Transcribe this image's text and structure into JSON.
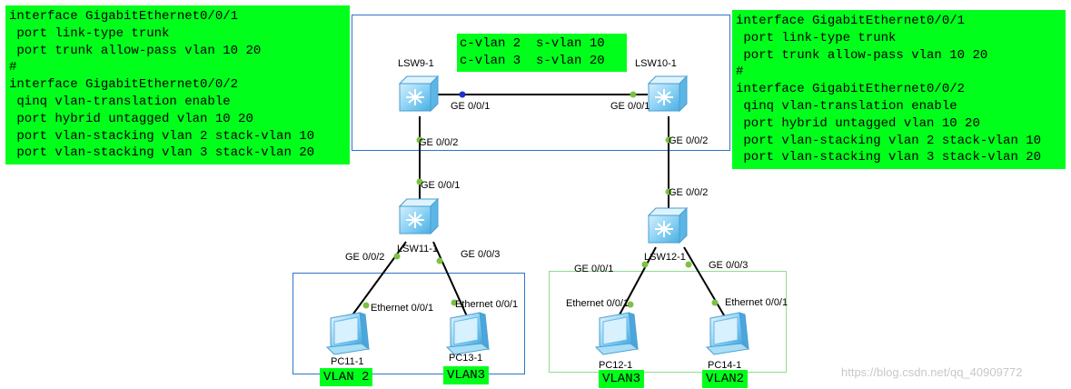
{
  "config_left": "interface GigabitEthernet0/0/1\n port link-type trunk\n port trunk allow-pass vlan 10 20\n#\ninterface GigabitEthernet0/0/2\n qinq vlan-translation enable\n port hybrid untagged vlan 10 20\n port vlan-stacking vlan 2 stack-vlan 10\n port vlan-stacking vlan 3 stack-vlan 20",
  "config_right": "interface GigabitEthernet0/0/1\n port link-type trunk\n port trunk allow-pass vlan 10 20\n#\ninterface GigabitEthernet0/0/2\n qinq vlan-translation enable\n port hybrid untagged vlan 10 20\n port vlan-stacking vlan 2 stack-vlan 10\n port vlan-stacking vlan 3 stack-vlan 20",
  "mapping": "c-vlan 2  s-vlan 10\nc-vlan 3  s-vlan 20",
  "devices": {
    "lsw9": "LSW9-1",
    "lsw10": "LSW10-1",
    "lsw11": "LSW11-1",
    "lsw12": "LSW12-1",
    "pc11": "PC11-1",
    "pc13": "PC13-1",
    "pc12": "PC12-1",
    "pc14": "PC14-1"
  },
  "ports": {
    "lsw9_ge001": "GE 0/0/1",
    "lsw10_ge001": "GE 0/0/1",
    "lsw9_ge002": "GE 0/0/2",
    "lsw10_ge002": "GE 0/0/2",
    "lsw11_ge001": "GE 0/0/1",
    "lsw12_ge002": "GE 0/0/2",
    "lsw11_ge002": "GE 0/0/2",
    "lsw11_ge003": "GE 0/0/3",
    "lsw12_ge001": "GE 0/0/1",
    "lsw12_ge003": "GE 0/0/3",
    "pc11_eth": "Ethernet 0/0/1",
    "pc13_eth": "Ethernet 0/0/1",
    "pc12_eth": "Ethernet 0/0/1",
    "pc14_eth": "Ethernet 0/0/1"
  },
  "vlans": {
    "pc11": "VLAN 2",
    "pc13": "VLAN3",
    "pc12": "VLAN3",
    "pc14": "VLAN2"
  },
  "watermark": "https://blog.csdn.net/qq_40909772",
  "colors": {
    "highlight": "#00ff1a",
    "link": "#000000",
    "port_dot": "#7cc242",
    "box_blue": "#2f75c8",
    "box_green": "#8fdc8f"
  }
}
